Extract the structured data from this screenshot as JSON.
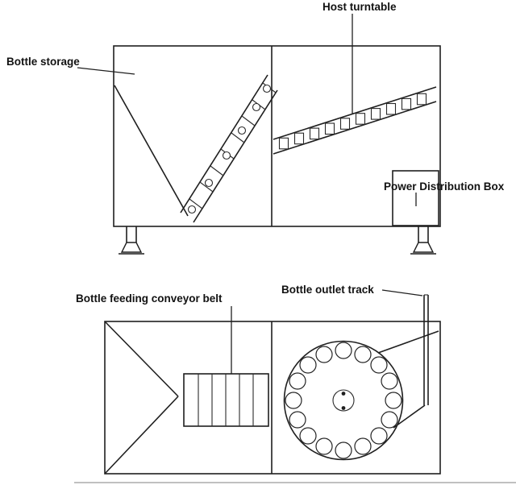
{
  "diagram": {
    "colors": {
      "line": "#1f1f1f",
      "background": "#ffffff"
    },
    "front_view": {
      "labels": {
        "host_turntable": "Host turntable",
        "bottle_storage": "Bottle storage",
        "power_distribution_box": "Power Distribution Box"
      }
    },
    "plan_view": {
      "labels": {
        "bottle_feeding_conveyor_belt": "Bottle feeding conveyor belt",
        "bottle_outlet_track": "Bottle outlet track"
      }
    }
  }
}
